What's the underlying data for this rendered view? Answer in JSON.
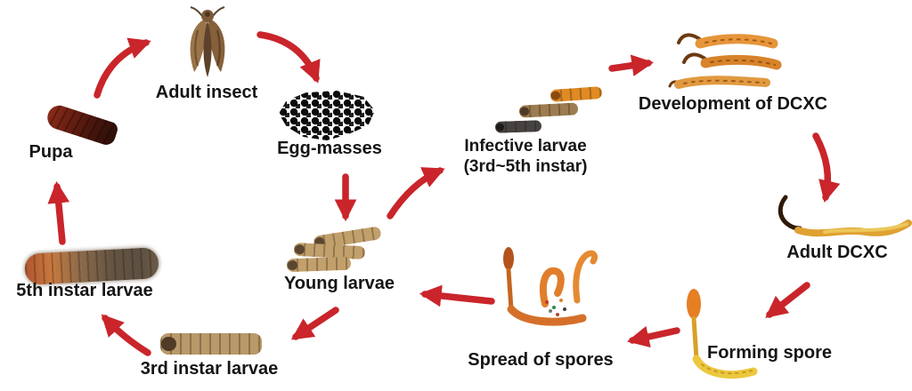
{
  "diagram": {
    "type": "cycle-diagram",
    "background_color": "#ffffff",
    "arrow_color": "#c9252b",
    "label_color": "#151515",
    "labels": {
      "adult_insect": "Adult insect",
      "egg_masses": "Egg-masses",
      "pupa": "Pupa",
      "fifth_instar": "5th instar larvae",
      "third_instar": "3rd instar larvae",
      "young_larvae": "Young larvae",
      "infective_line1": "Infective larvae",
      "infective_line2": "(3rd~5th instar)",
      "development_dcxc": "Development of DCXC",
      "adult_dcxc": "Adult DCXC",
      "forming_spore": "Forming spore",
      "spread_of_spores": "Spread of spores"
    },
    "nodes": [
      {
        "id": "adult-insect",
        "label": "Adult insect",
        "image": "moth-illustration"
      },
      {
        "id": "egg-masses",
        "label": "Egg-masses",
        "image": "black-egg-cluster"
      },
      {
        "id": "young-larvae",
        "label": "Young larvae",
        "image": "three-small-tan-larvae"
      },
      {
        "id": "infective-larvae",
        "label": "Infective larvae (3rd~5th instar)",
        "image": "orange-brown-dark-larvae-trio"
      },
      {
        "id": "development-dcxc",
        "label": "Development of DCXC",
        "image": "three-caterpillar-fungi"
      },
      {
        "id": "adult-dcxc",
        "label": "Adult DCXC",
        "image": "long-caterpillar-fungus-with-stroma"
      },
      {
        "id": "forming-spore",
        "label": "Forming spore",
        "image": "fungus-with-fruiting-stalk"
      },
      {
        "id": "spread-of-spores",
        "label": "Spread of spores",
        "image": "fruiting-bodies-with-spores"
      },
      {
        "id": "third-instar-larvae",
        "label": "3rd instar larvae",
        "image": "tan-larva"
      },
      {
        "id": "fifth-instar-larvae",
        "label": "5th instar larvae",
        "image": "fuzzy-brown-larva"
      },
      {
        "id": "pupa",
        "label": "Pupa",
        "image": "dark-red-pupa"
      }
    ],
    "edges": [
      {
        "from": "Adult insect",
        "to": "Egg-masses"
      },
      {
        "from": "Egg-masses",
        "to": "Young larvae"
      },
      {
        "from": "Young larvae",
        "to": "Infective larvae (3rd~5th instar)"
      },
      {
        "from": "Infective larvae (3rd~5th instar)",
        "to": "Development of DCXC"
      },
      {
        "from": "Development of DCXC",
        "to": "Adult DCXC"
      },
      {
        "from": "Adult DCXC",
        "to": "Forming spore"
      },
      {
        "from": "Forming spore",
        "to": "Spread of spores"
      },
      {
        "from": "Spread of spores",
        "to": "Young larvae"
      },
      {
        "from": "Young larvae",
        "to": "3rd instar larvae"
      },
      {
        "from": "3rd instar larvae",
        "to": "5th instar larvae"
      },
      {
        "from": "5th instar larvae",
        "to": "Pupa"
      },
      {
        "from": "Pupa",
        "to": "Adult insect"
      }
    ]
  }
}
